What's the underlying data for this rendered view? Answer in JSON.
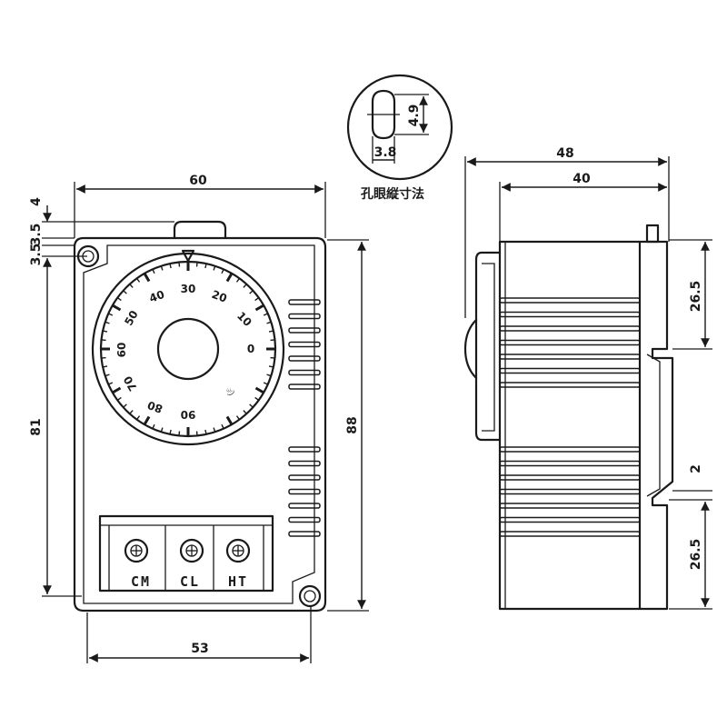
{
  "dimensions": {
    "front_width_top": "60",
    "front_width_bottom": "53",
    "front_height_inner": "81",
    "front_height_outer": "88",
    "gap_top_1": "4",
    "gap_top_2": "3.5",
    "gap_top_3": "3.5",
    "side_depth_total": "48",
    "side_depth_body": "40",
    "side_height_upper": "26.5",
    "side_height_lower": "26.5",
    "side_gap": "2",
    "hole_height": "4.9",
    "hole_width": "3.8"
  },
  "hole_caption": "孔眼縦寸法",
  "terminals": [
    "CM",
    "CL",
    "HT"
  ],
  "dial_numbers": [
    "30",
    "20",
    "10",
    "0",
    "40",
    "50",
    "60",
    "70",
    "80",
    "90"
  ],
  "dial_symbol": "♨"
}
